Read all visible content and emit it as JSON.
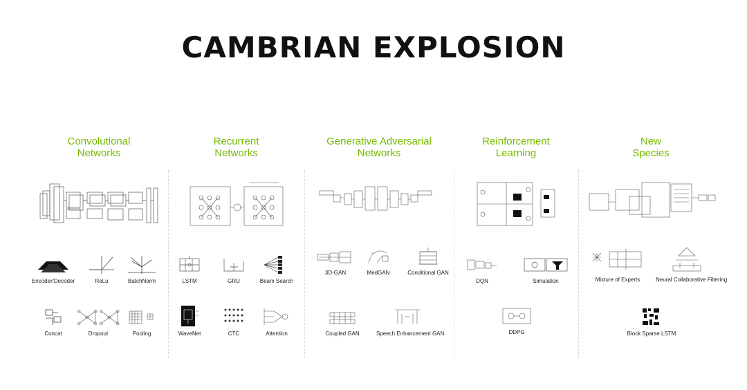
{
  "title": "CAMBRIAN EXPLOSION",
  "columns": [
    {
      "heading_line1": "Convolutional",
      "heading_line2": "Networks",
      "items": [
        "Encoder/Decoder",
        "ReLu",
        "BatchNorm",
        "Concat",
        "Dropout",
        "Pooling"
      ]
    },
    {
      "heading_line1": "Recurrent",
      "heading_line2": "Networks",
      "items": [
        "LSTM",
        "GRU",
        "Beam Search",
        "WaveNet",
        "CTC",
        "Attention"
      ]
    },
    {
      "heading_line1": "Generative Adversarial",
      "heading_line2": "Networks",
      "items": [
        "3D-GAN",
        "MedGAN",
        "Conditional GAN",
        "Coupled GAN",
        "Speech Enhancement GAN"
      ]
    },
    {
      "heading_line1": "Reinforcement",
      "heading_line2": "Learning",
      "items": [
        "DQN",
        "Simulation",
        "DDPG"
      ]
    },
    {
      "heading_line1": "New",
      "heading_line2": "Species",
      "items": [
        "Mixture of Experts",
        "Neural Collaborative Filtering",
        "Block Sparse LSTM"
      ]
    }
  ],
  "colors": {
    "accent": "#76b900",
    "text": "#111111"
  }
}
